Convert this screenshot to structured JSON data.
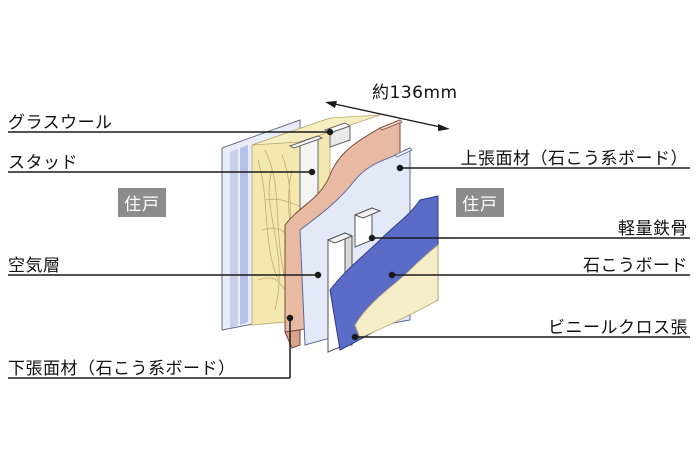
{
  "dimension": "約136mm",
  "rooms": {
    "left": "住戸",
    "right": "住戸"
  },
  "left_labels": {
    "glass_wool": "グラスウール",
    "stud": "スタッド",
    "air_layer": "空気層",
    "under_board": "下張面材（石こう系ボード）"
  },
  "right_labels": {
    "upper_board": "上張面材（石こう系ボード）",
    "light_steel": "軽量鉄骨",
    "gypsum_board": "石こうボード",
    "vinyl_cloth": "ビニールクロス張"
  },
  "colors": {
    "glass_wool": "#f3e9b0",
    "wood_panel": "#e8b9a3",
    "blue_board": "#b7c3e6",
    "cloth_blue": "#5a6cc8",
    "cloth_cream": "#f5eec8",
    "leader_line": "#1a1a1a",
    "badge_bg": "#8c8c8c"
  }
}
